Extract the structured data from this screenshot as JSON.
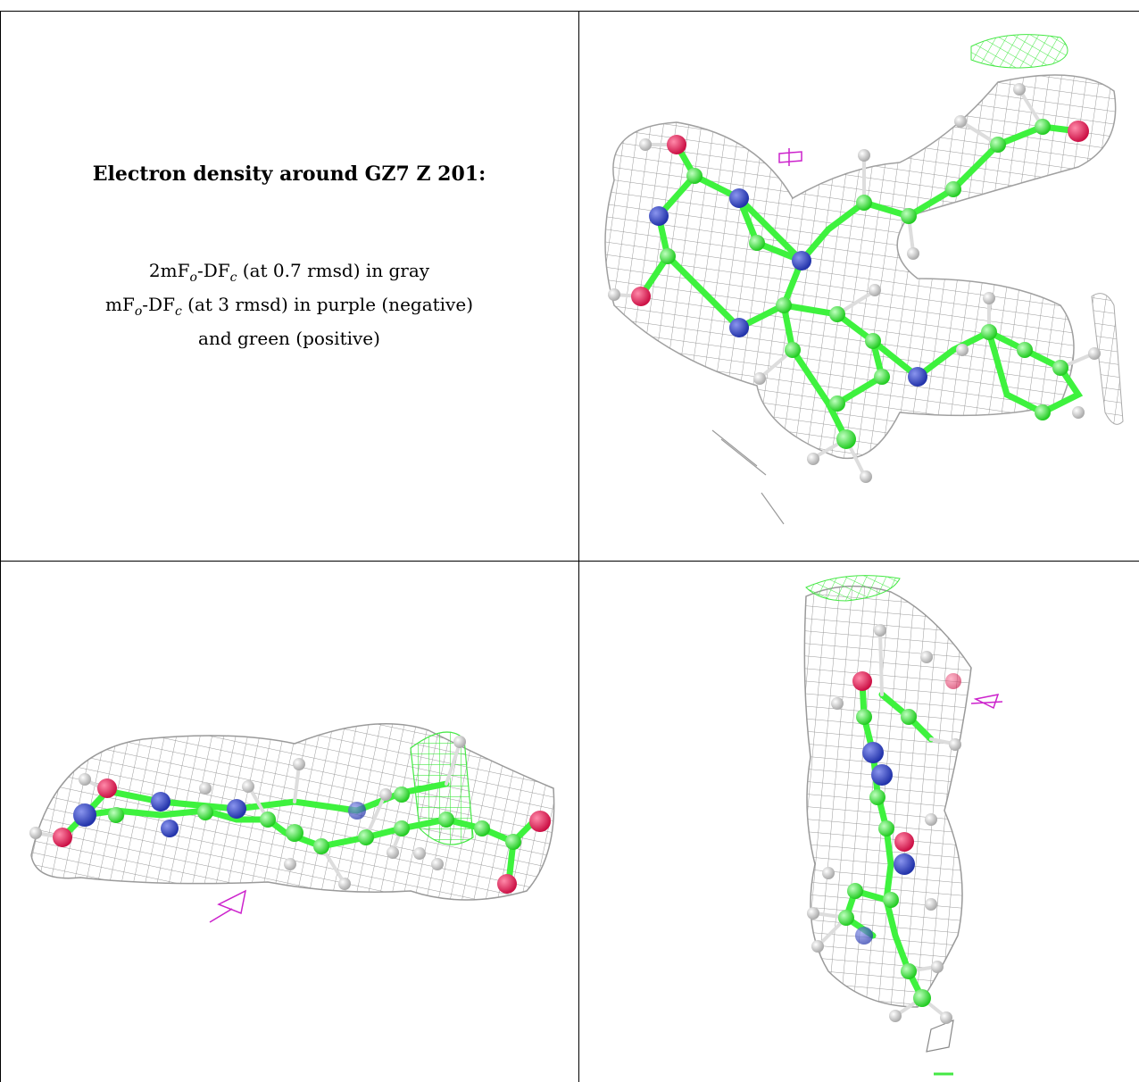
{
  "caption": {
    "title": "Electron density around GZ7 Z 201:",
    "line1_prefix": "2mF",
    "line1_sub1": "o",
    "line1_mid": "-DF",
    "line1_sub2": "c",
    "line1_suffix": " (at 0.7 rmsd) in gray",
    "line2_prefix": "mF",
    "line2_sub1": "o",
    "line2_mid": "-DF",
    "line2_sub2": "c",
    "line2_suffix": " (at 3 rmsd) in purple (negative)",
    "line3": "and green (positive)"
  },
  "colors": {
    "carbon": "#3ef23e",
    "nitrogen": "#3344bb",
    "oxygen": "#e8205a",
    "hydrogen": "#e6e6e6",
    "mesh_gray": "#9a9a9a",
    "mesh_green": "#44e844",
    "mesh_purple": "#cc22cc"
  }
}
